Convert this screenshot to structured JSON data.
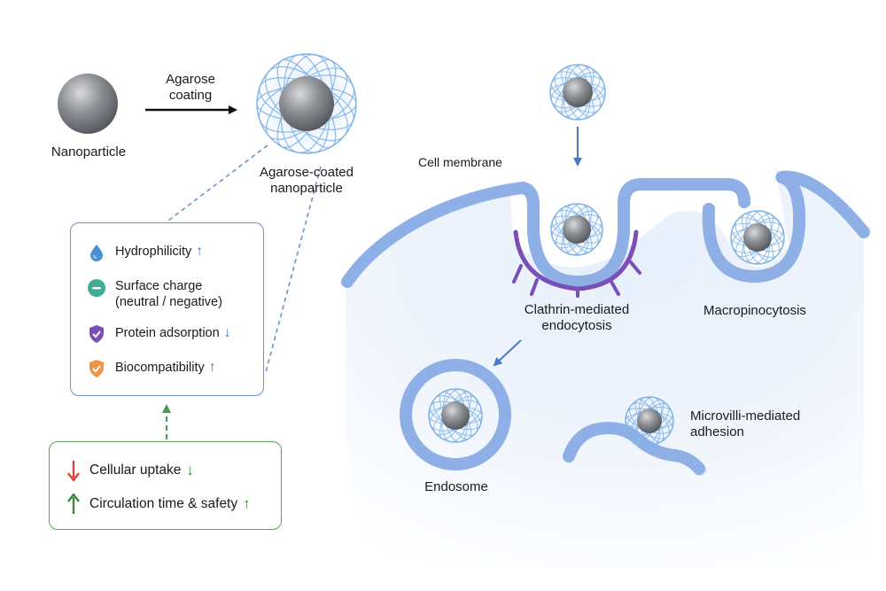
{
  "labels": {
    "nanoparticle": "Nanoparticle",
    "coating_arrow": [
      "Agarose",
      "coating"
    ],
    "coated": [
      "Agarose-coated",
      "nanoparticle"
    ],
    "cell_membrane": "Cell membrane",
    "clathrin": [
      "Clathrin-mediated",
      "endocytosis"
    ],
    "macropinocytosis": "Macropinocytosis",
    "endosome": "Endosome",
    "microvilli": [
      "Microvilli-mediated",
      "adhesion"
    ]
  },
  "properties": [
    {
      "icon": "water-drop-icon",
      "color": "#4a90d9",
      "text": [
        "Hydrophilicity"
      ],
      "trend": "↑"
    },
    {
      "icon": "minus-circle-icon",
      "color": "#3fae94",
      "text": [
        "Surface charge",
        "(neutral / negative)"
      ],
      "trend": ""
    },
    {
      "icon": "shield-check-icon",
      "color": "#7a4fb5",
      "text": [
        "Protein adsorption"
      ],
      "trend": "↓"
    },
    {
      "icon": "shield-check-icon",
      "color": "#f0964a",
      "text": [
        "Biocompatibility"
      ],
      "trend": "↑"
    }
  ],
  "outcomes": [
    {
      "icon": "down-arrow-icon",
      "color": "#d9443b",
      "text": "Cellular uptake",
      "trend": "↓"
    },
    {
      "icon": "up-arrow-icon",
      "color": "#3a8a3a",
      "text": "Circulation time & safety",
      "trend": "↑"
    }
  ],
  "colors": {
    "membrane": "#8fb0e6",
    "coating": "#7fb3e6",
    "clathrin": "#7b4fb8",
    "particle": "#707378",
    "property_border": "#6f93c8",
    "outcome_border": "#5aa15a"
  }
}
